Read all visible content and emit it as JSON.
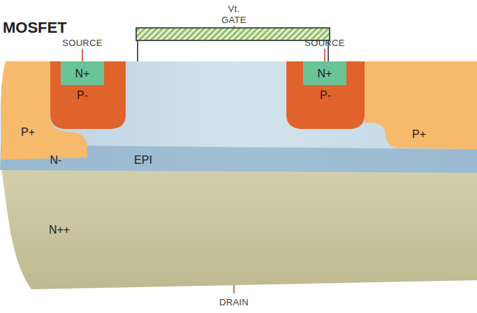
{
  "diagram": {
    "title": "MOSFET",
    "nodes": [
      {
        "text": [
          "P+"
        ]
      },
      {
        "text": [
          "P-"
        ]
      },
      {
        "text": [
          "N+"
        ],
        "in": 1
      },
      {
        "text": [
          "P-"
        ]
      },
      {
        "text": [
          "N+"
        ],
        "in": 3
      },
      {
        "text": [
          "P+"
        ]
      },
      {
        "text": [
          "N-",
          "EPI"
        ]
      },
      {
        "text": [
          "N++"
        ]
      }
    ],
    "labels": [
      "Vt.",
      "GATE",
      "SOURCE",
      "SOURCE",
      "DRAIN"
    ]
  }
}
